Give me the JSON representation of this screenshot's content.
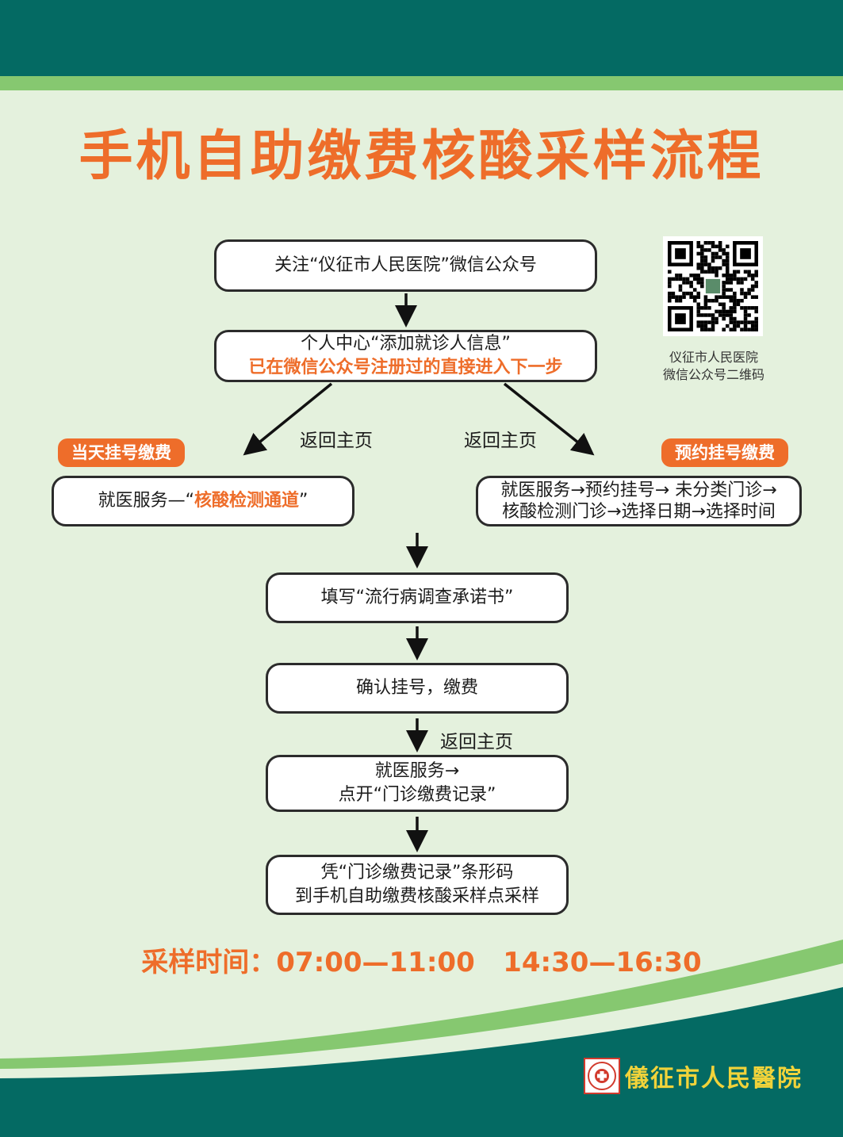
{
  "title": "手机自助缴费核酸采样流程",
  "steps": {
    "follow": "关注“仪征市人民医院”微信公众号",
    "add_patient": "个人中心“添加就诊人信息”",
    "add_patient_note": "已在微信公众号注册过的直接进入下一步",
    "left_service_prefix": "就医服务—“",
    "left_service_highlight": "核酸检测通道",
    "left_service_suffix": "”",
    "right_service_line1": "就医服务→预约挂号→ 未分类门诊→",
    "right_service_line2": "核酸检测门诊→选择日期→选择时间",
    "fill_form": "填写“流行病调查承诺书”",
    "confirm": "确认挂号，缴费",
    "records_line1": "就医服务→",
    "records_line2": "点开“门诊缴费记录”",
    "barcode_line1": "凭“门诊缴费记录”条形码",
    "barcode_line2": "到手机自助缴费核酸采样点采样"
  },
  "branch_labels": {
    "return_home_left": "返回主页",
    "return_home_right": "返回主页",
    "return_home_lower": "返回主页"
  },
  "tags": {
    "same_day": "当天挂号缴费",
    "appointment": "预约挂号缴费"
  },
  "qr": {
    "caption_line1": "仪征市人民医院",
    "caption_line2": "微信公众号二维码"
  },
  "sample_time": "采样时间：07:00—11:00   14:30—16:30",
  "logo": {
    "text": "儀征市人民醫院"
  },
  "colors": {
    "dark_teal": "#046a63",
    "light_green": "#86c870",
    "background": "#e4f1dd",
    "accent_orange": "#ee6d2a",
    "logo_gold": "#f1d33a"
  }
}
